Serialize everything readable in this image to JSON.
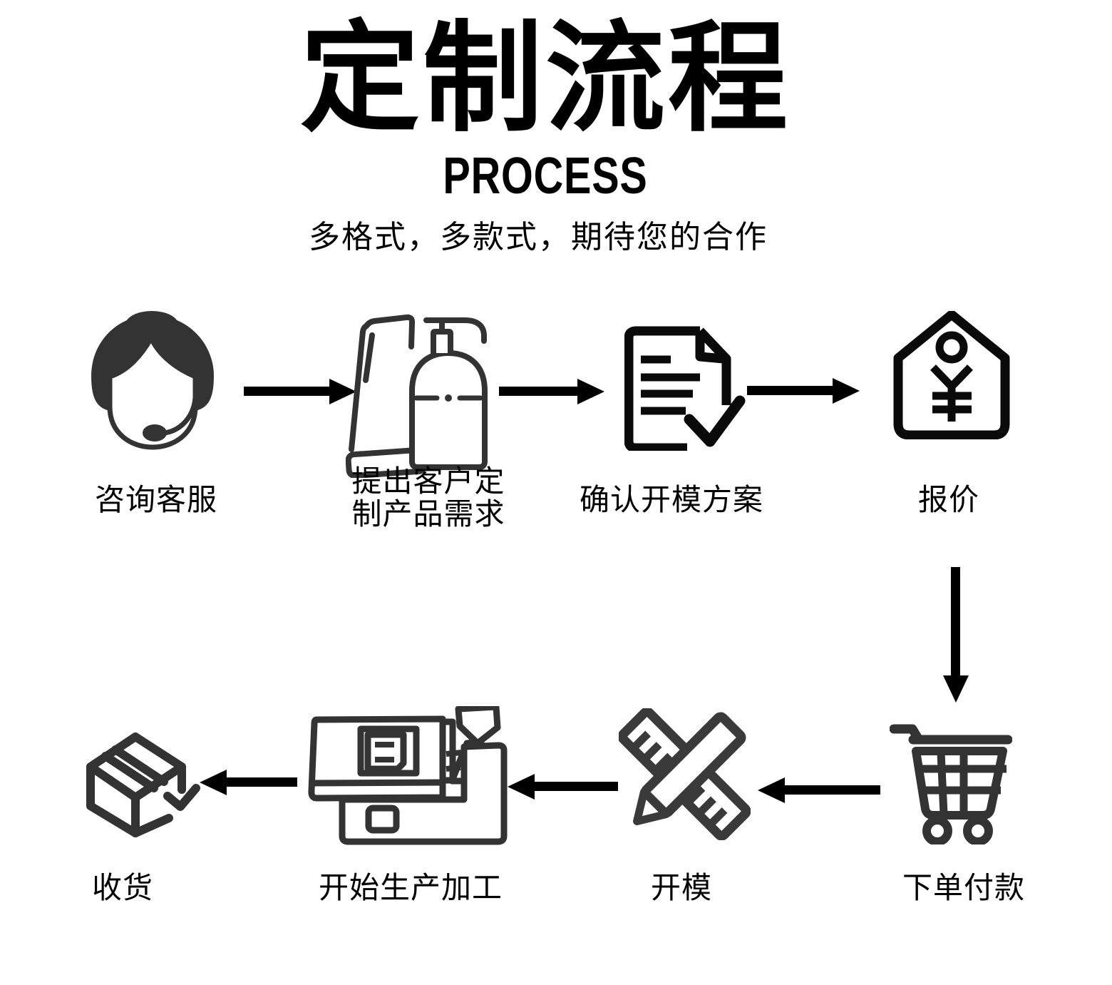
{
  "header": {
    "title": "定制流程",
    "subtitle": "PROCESS",
    "tagline": "多格式，多款式，期待您的合作"
  },
  "steps": [
    {
      "id": 1,
      "label": "咨询客服",
      "icon": "customer-service-agent"
    },
    {
      "id": 2,
      "label": "提出客户定制产品需求",
      "icon": "cosmetic-bottles"
    },
    {
      "id": 3,
      "label": "确认开模方案",
      "icon": "document-check"
    },
    {
      "id": 4,
      "label": "报价",
      "icon": "price-tag-yuan"
    },
    {
      "id": 5,
      "label": "下单付款",
      "icon": "shopping-cart"
    },
    {
      "id": 6,
      "label": "开模",
      "icon": "ruler-pencil-cross"
    },
    {
      "id": 7,
      "label": "开始生产加工",
      "icon": "injection-molding-machine"
    },
    {
      "id": 8,
      "label": "收货",
      "icon": "package-check"
    }
  ],
  "connections": [
    {
      "from": "咨询客服",
      "to": "提出客户定制产品需求",
      "direction": "right"
    },
    {
      "from": "提出客户定制产品需求",
      "to": "确认开模方案",
      "direction": "right"
    },
    {
      "from": "确认开模方案",
      "to": "报价",
      "direction": "right"
    },
    {
      "from": "报价",
      "to": "下单付款",
      "direction": "down"
    },
    {
      "from": "下单付款",
      "to": "开模",
      "direction": "left"
    },
    {
      "from": "开模",
      "to": "开始生产加工",
      "direction": "left"
    },
    {
      "from": "开始生产加工",
      "to": "收货",
      "direction": "left"
    }
  ],
  "colors": {
    "background": "#ffffff",
    "text": "#000000",
    "icon_stroke": "#333333",
    "arrow": "#000000"
  }
}
